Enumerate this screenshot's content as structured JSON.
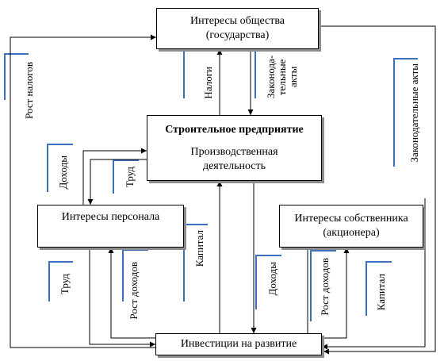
{
  "nodes": {
    "society": {
      "line1": "Интересы общества",
      "line2": "(государства)"
    },
    "enterprise": {
      "title": "Строительное предприятие",
      "line1": "Производственная",
      "line2": "деятельность"
    },
    "personnel": {
      "label": "Интересы персонала"
    },
    "owner": {
      "line1": "Интересы собственника",
      "line2": "(акционера)"
    },
    "investment": {
      "label": "Инвестиции на развитие"
    }
  },
  "edge_labels": {
    "tax_growth": "Рост налогов",
    "taxes": "Налоги",
    "legislative_acts_wrapped": {
      "line1": "Законода-",
      "line2": "тельные",
      "line3": "акты"
    },
    "legislative_acts_right": "Законодательные акты",
    "income_personnel": "Доходы",
    "labor_top": "Труд",
    "labor_bottom": "Труд",
    "income_growth_left": "Рост доходов",
    "capital_left": "Капитал",
    "income_enterprise": "Доходы",
    "income_growth_right": "Рост доходов",
    "capital_right": "Капитал"
  }
}
